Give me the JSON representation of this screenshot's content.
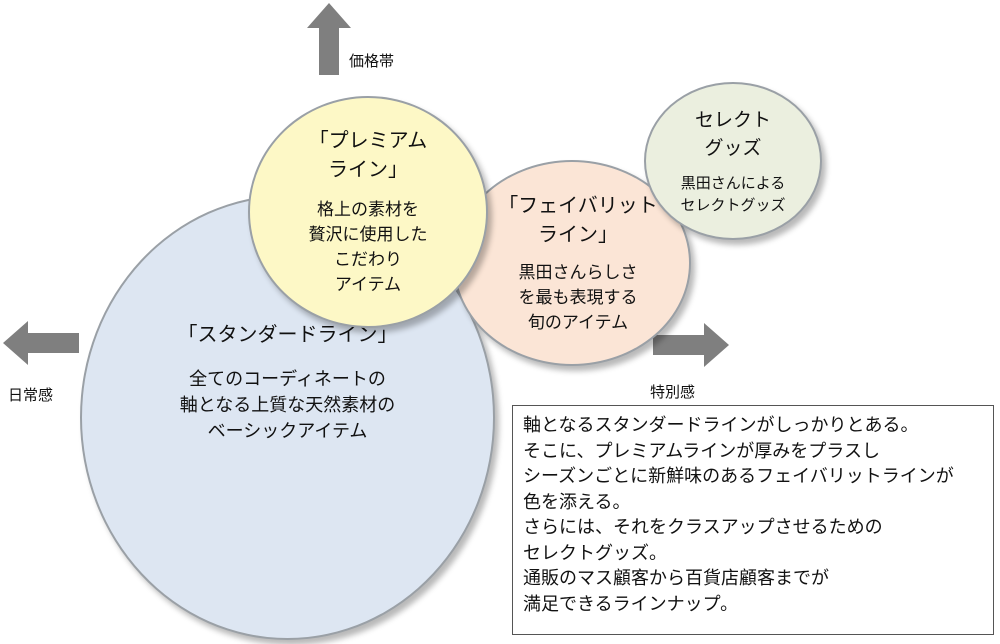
{
  "axes": {
    "up_label": "価格帯",
    "left_label": "日常感",
    "right_label": "特別感"
  },
  "circles": {
    "premium": {
      "title": [
        "「プレミアム",
        "ライン」"
      ],
      "body": [
        "格上の素材を",
        "贅沢に使用した",
        "こだわり",
        "アイテム"
      ]
    },
    "favorite": {
      "title": [
        "「フェイバリット",
        "ライン」"
      ],
      "body": [
        "黒田さんらしさ",
        "を最も表現する",
        "旬のアイテム"
      ]
    },
    "select": {
      "title": [
        "セレクト",
        "グッズ"
      ],
      "body": [
        "黒田さんによる",
        "セレクトグッズ"
      ]
    },
    "standard": {
      "title": [
        "「スタンダードライン」"
      ],
      "body": [
        "全てのコーディネートの",
        "軸となる上質な天然素材の",
        "ベーシックアイテム"
      ]
    }
  },
  "description": {
    "lines": [
      "軸となるスタンダードラインがしっかりとある。",
      "そこに、プレミアムラインが厚みをプラスし",
      "シーズンごとに新鮮味のあるフェイバリットラインが",
      "色を添える。",
      "さらには、それをクラスアップさせるための",
      "セレクトグッズ。",
      "通販のマス顧客から百貨店顧客までが",
      "満足できるラインナップ。"
    ]
  },
  "colors": {
    "standard_fill": "#dde6f2",
    "favorite_fill": "#fbe5d6",
    "select_fill": "#ebefdf",
    "premium_fill": "#fdf8c6",
    "arrow": "#7f7f7f"
  },
  "icons": {
    "up": "arrow-up-icon",
    "left": "arrow-left-icon",
    "right": "arrow-right-icon"
  }
}
